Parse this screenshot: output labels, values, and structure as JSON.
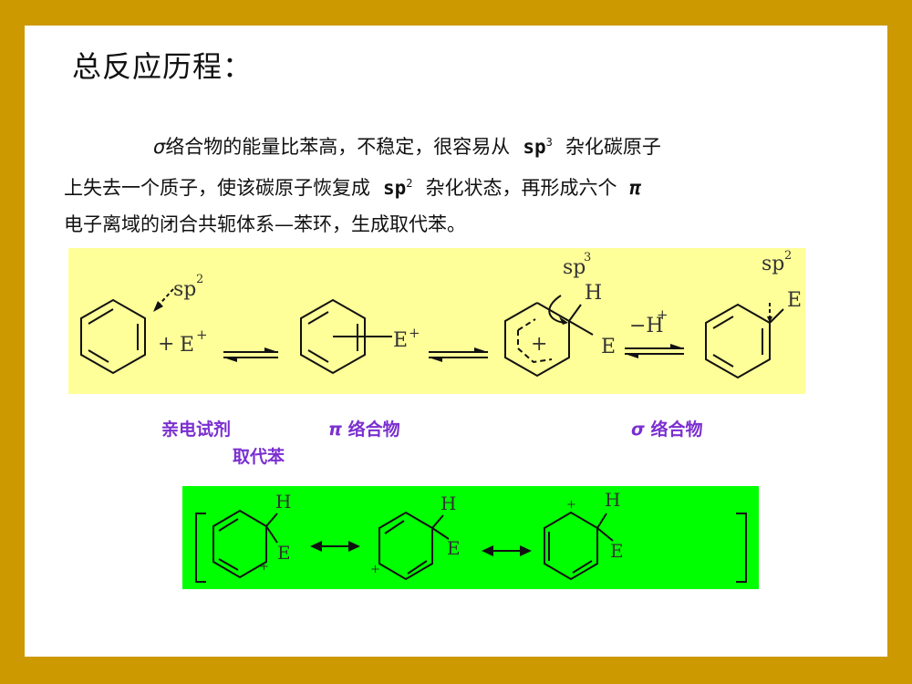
{
  "slide": {
    "title": "总反应历程：",
    "paragraph": {
      "line1_greek": "σ",
      "line1_text": "络合物的能量比苯高，不稳定，很容易从",
      "sp3_base": "sp",
      "sp3_sup": "3",
      "line1_tail": "杂化碳原子",
      "line2_text": "上失去一个质子，使该碳原子恢复成",
      "sp2_base": "sp",
      "sp2_sup": "2",
      "line2_tail": "杂化状态，再形成六个",
      "pi": "π",
      "line3_text": "电子离域的闭合共轭体系—苯环，生成取代苯。"
    },
    "reaction_panel": {
      "background": "#FFFF99",
      "sp2_left": "sp",
      "sp2_left_sup": "2",
      "plus": "+",
      "electrophile": "E",
      "electrophile_charge": "+",
      "pi_complex_E": "E",
      "pi_complex_charge": "+",
      "sigma_sp3": "sp",
      "sigma_sp3_sup": "3",
      "sigma_H": "H",
      "sigma_E": "E",
      "sigma_plus": "+",
      "minus_H": "−H",
      "minus_H_charge": "+",
      "product_sp2": "sp",
      "product_sp2_sup": "2",
      "product_E": "E"
    },
    "labels": {
      "electrophile": "亲电试剂",
      "pi_complex_greek": "π",
      "pi_complex": "络合物",
      "sigma_complex_greek": "σ",
      "sigma_complex": "络合物",
      "substituted_benzene": "取代苯"
    },
    "resonance_panel": {
      "background": "#00FF00",
      "H": "H",
      "E": "E",
      "plus": "+"
    },
    "colors": {
      "frame": "#CC9900",
      "label_purple": "#7B2FD0"
    }
  }
}
